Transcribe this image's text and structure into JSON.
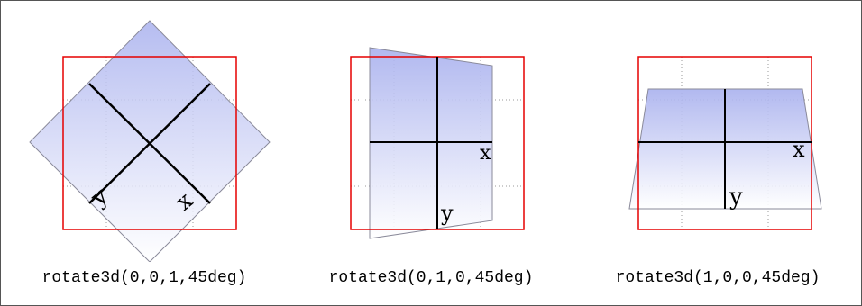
{
  "colors": {
    "frame_border": "#555555",
    "reference_square": "#e60000",
    "grid_dots": "#999999",
    "axis": "#000000",
    "face_top": "#a9b1ee",
    "face_bottom": "#ffffff"
  },
  "panels": [
    {
      "caption": "rotate3d(0,0,1,45deg)",
      "x_label": "x",
      "y_label": "y"
    },
    {
      "caption": "rotate3d(0,1,0,45deg)",
      "x_label": "x",
      "y_label": "y"
    },
    {
      "caption": "rotate3d(1,0,0,45deg)",
      "x_label": "x",
      "y_label": "y"
    }
  ]
}
